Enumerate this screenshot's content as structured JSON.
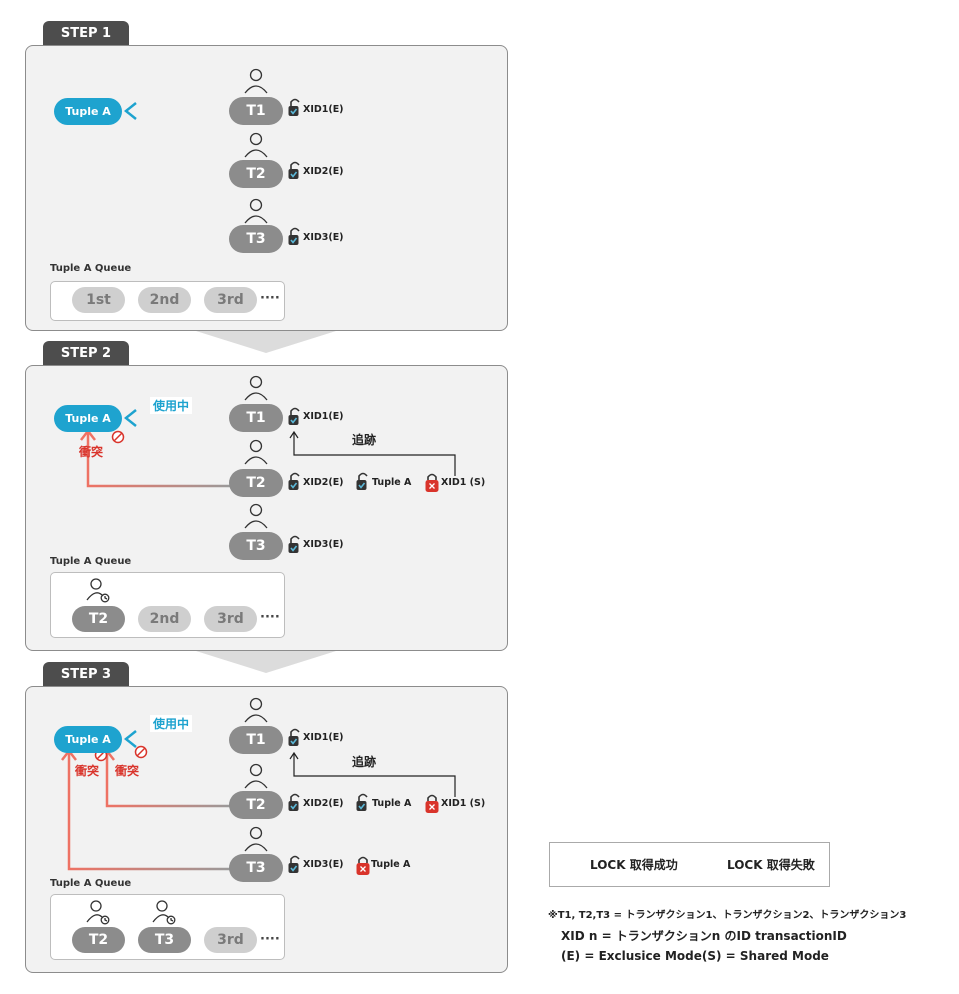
{
  "steps": [
    {
      "tab": "STEP 1"
    },
    {
      "tab": "STEP 2"
    },
    {
      "tab": "STEP 3"
    }
  ],
  "labels": {
    "tuple_a": "Tuple A",
    "t1": "T1",
    "t2": "T2",
    "t3": "T3",
    "xid1e": "XID1(E)",
    "xid2e": "XID2(E)",
    "xid3e": "XID3(E)",
    "xid1s": "XID1 (S)",
    "in_use": "使用中",
    "conflict": "衝突",
    "follow": "追跡",
    "queue_title": "Tuple A Queue",
    "q1st": "1st",
    "q2nd": "2nd",
    "q3rd": "3rd",
    "ellipsis": "····"
  },
  "legend": {
    "success": "LOCK 取得成功",
    "fail": "LOCK 取得失敗"
  },
  "notes": {
    "line1": "※T1, T2,T3 = トランザクション1、トランザクション2、トランザクション3",
    "line2": "XID n = トランザクションn のID transactionID",
    "line3": "(E) = Exclusice Mode(S) = Shared Mode"
  },
  "colors": {
    "tuple": "#1ea3cf",
    "transaction": "#8c8c8c",
    "queue_empty": "#cfcfcf",
    "conflict": "#d9342b",
    "lock_success_check": "#5bb8d8"
  }
}
